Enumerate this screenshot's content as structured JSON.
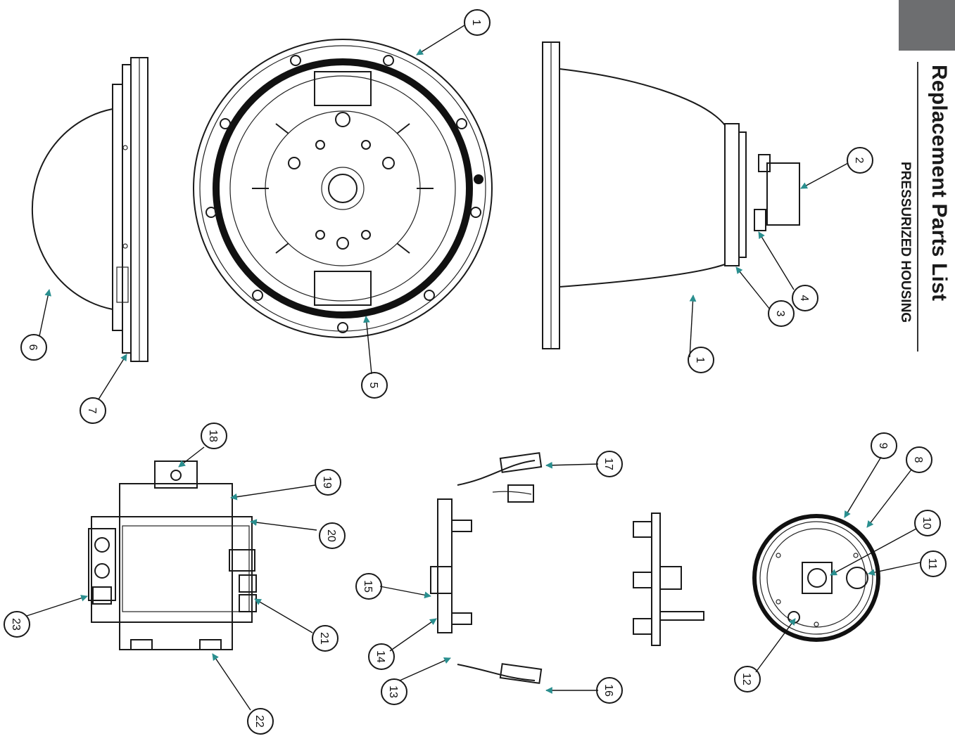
{
  "header": {
    "title": "Replacement Parts List",
    "subtitle": "PRESSURIZED HOUSING",
    "tab_color": "#6d6e70"
  },
  "colors": {
    "arrow": "#2a8f8f",
    "line": "#1a1a1a"
  },
  "callouts": [
    {
      "id": "c1a",
      "label": "1"
    },
    {
      "id": "c1b",
      "label": "1"
    },
    {
      "id": "c2",
      "label": "2"
    },
    {
      "id": "c3",
      "label": "3"
    },
    {
      "id": "c4",
      "label": "4"
    },
    {
      "id": "c5",
      "label": "5"
    },
    {
      "id": "c6",
      "label": "6"
    },
    {
      "id": "c7",
      "label": "7"
    },
    {
      "id": "c8",
      "label": "8"
    },
    {
      "id": "c9",
      "label": "9"
    },
    {
      "id": "c10",
      "label": "10"
    },
    {
      "id": "c11",
      "label": "11"
    },
    {
      "id": "c12",
      "label": "12"
    },
    {
      "id": "c13",
      "label": "13"
    },
    {
      "id": "c14",
      "label": "14"
    },
    {
      "id": "c15",
      "label": "15"
    },
    {
      "id": "c16",
      "label": "16"
    },
    {
      "id": "c17",
      "label": "17"
    },
    {
      "id": "c18",
      "label": "18"
    },
    {
      "id": "c19",
      "label": "19"
    },
    {
      "id": "c20",
      "label": "20"
    },
    {
      "id": "c21",
      "label": "21"
    },
    {
      "id": "c22",
      "label": "22"
    },
    {
      "id": "c23",
      "label": "23"
    }
  ]
}
